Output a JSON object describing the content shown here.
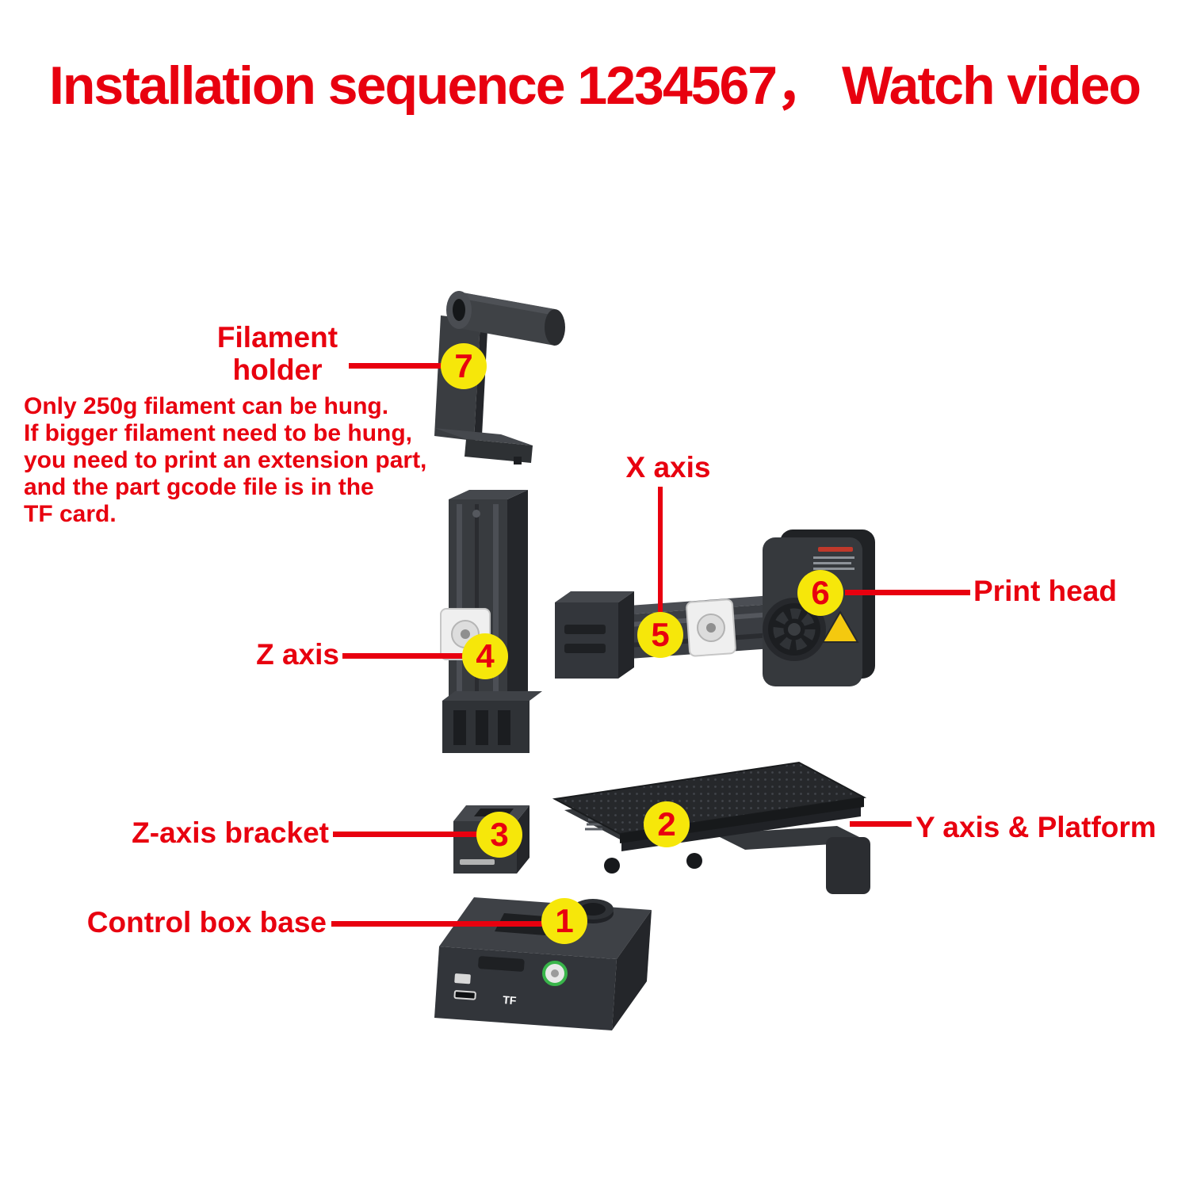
{
  "title": "Installation sequence 1234567，  Watch video",
  "note": {
    "line1": "Only 250g filament can be hung.",
    "line2": "If bigger filament need to be hung,",
    "line3": "you need to print an extension part,",
    "line4": "and the part gcode file is in the",
    "line5": "TF card."
  },
  "labels": {
    "filament_holder": {
      "line1": "Filament",
      "line2": "holder",
      "number": "7"
    },
    "x_axis": {
      "text": "X axis",
      "number": "5"
    },
    "print_head": {
      "text": "Print head",
      "number": "6"
    },
    "z_axis": {
      "text": "Z axis",
      "number": "4"
    },
    "z_axis_bracket": {
      "text": "Z-axis bracket",
      "number": "3"
    },
    "y_axis_platform": {
      "text": "Y axis & Platform",
      "number": "2"
    },
    "control_box_base": {
      "text": "Control box base",
      "number": "1"
    }
  },
  "control_box": {
    "port_label": "TF"
  },
  "colors": {
    "accent_red": "#e8000f",
    "badge_yellow": "#f6e70a",
    "part_dark": "#36393d"
  }
}
